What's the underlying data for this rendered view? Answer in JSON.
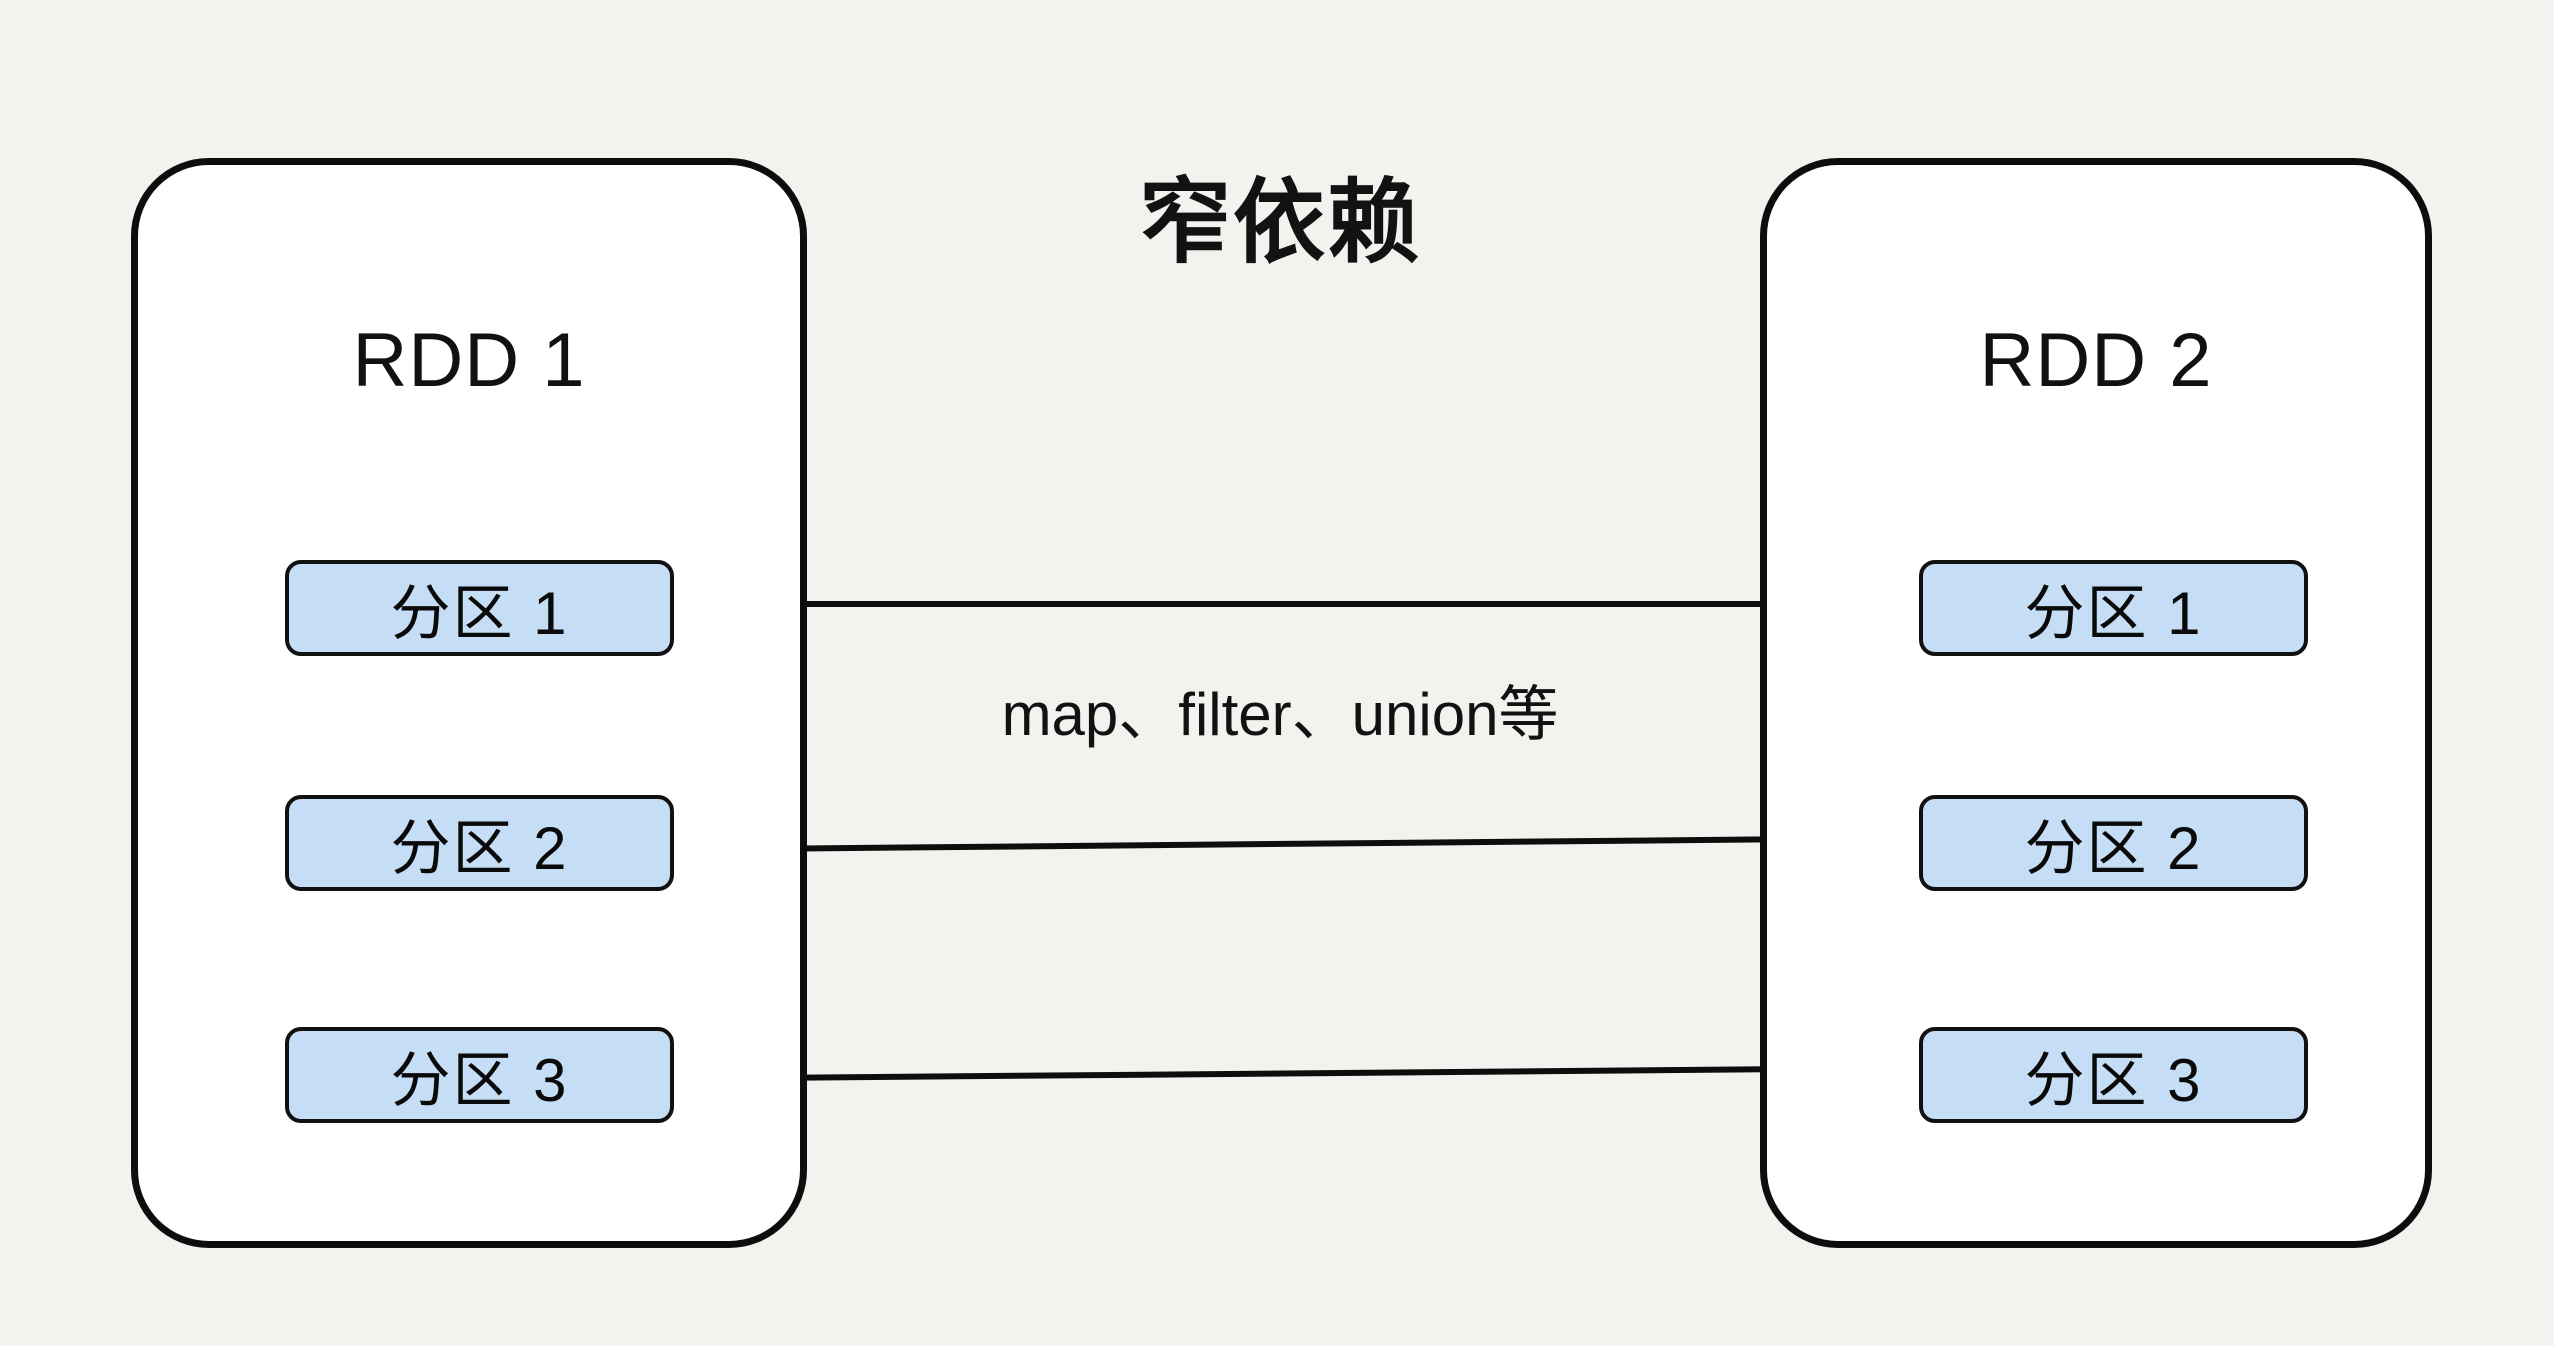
{
  "diagram": {
    "title": "窄依赖",
    "edge_label": "map、filter、union等",
    "background_color": "#f4f2ee",
    "partition_fill_color": "#c5ddf5",
    "stroke_color": "#0d0d0d",
    "box_fill_color": "#ffffff"
  },
  "left_rdd": {
    "title": "RDD 1",
    "partitions": [
      {
        "label": "分区 1"
      },
      {
        "label": "分区 2"
      },
      {
        "label": "分区 3"
      }
    ]
  },
  "right_rdd": {
    "title": "RDD 2",
    "partitions": [
      {
        "label": "分区 1"
      },
      {
        "label": "分区 2"
      },
      {
        "label": "分区 3"
      }
    ]
  },
  "arrows": [
    {
      "name": "arrow-partition-1",
      "from": "left.分区 1",
      "to": "right.分区 1"
    },
    {
      "name": "arrow-partition-2",
      "from": "left.分区 2",
      "to": "right.分区 2"
    },
    {
      "name": "arrow-partition-3",
      "from": "left.分区 3",
      "to": "right.分区 3"
    }
  ]
}
